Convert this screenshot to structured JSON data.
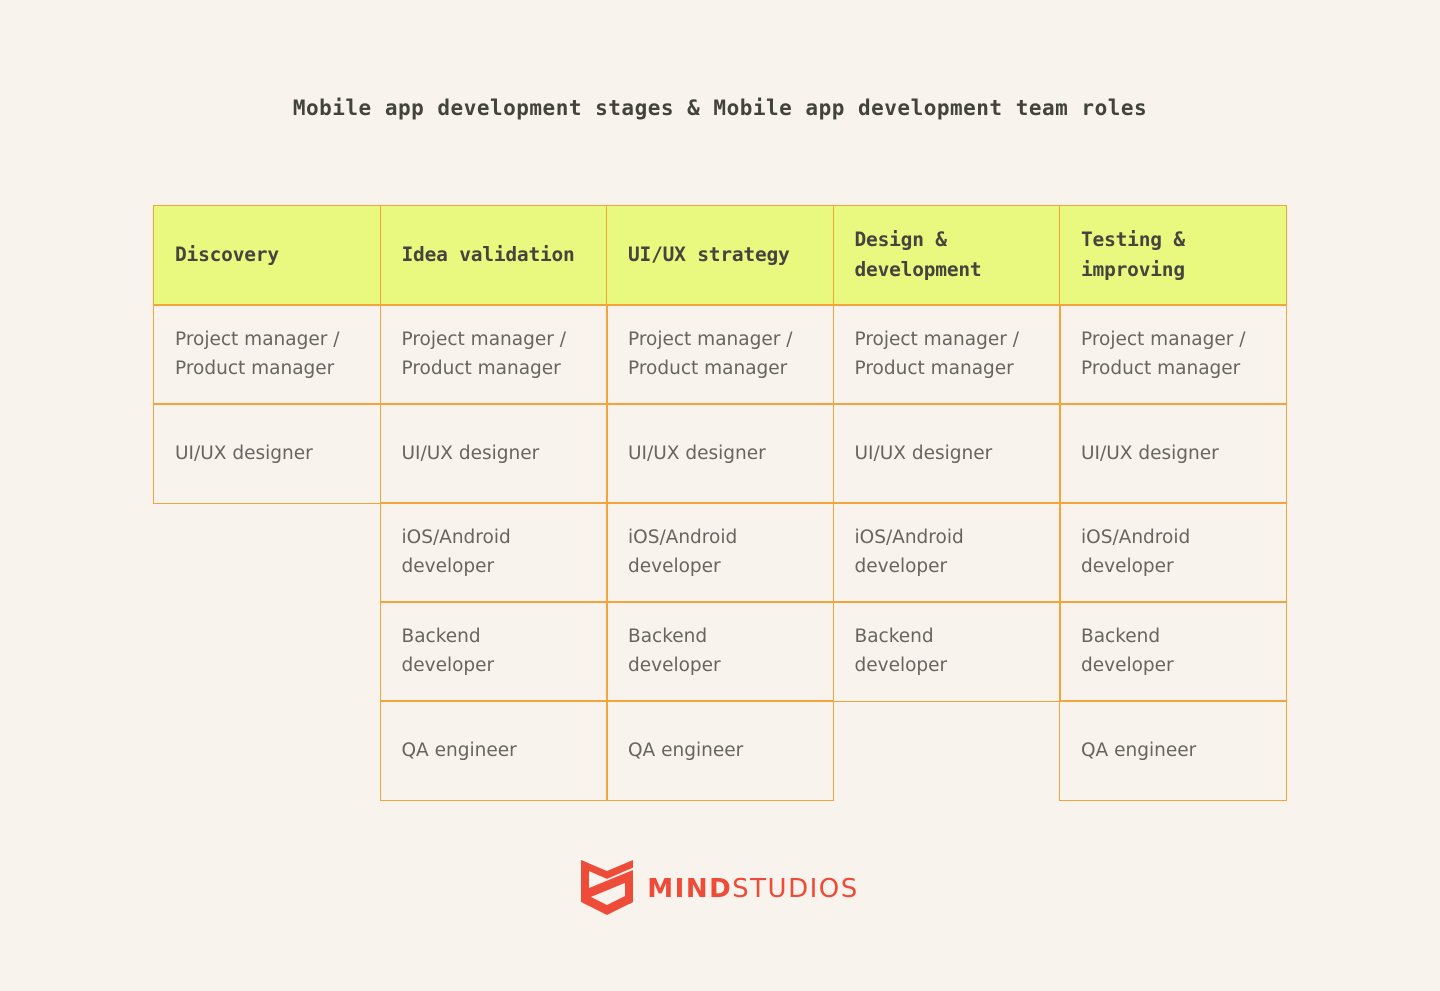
{
  "title": {
    "text": "Mobile app development stages & Mobile app development team roles"
  },
  "colors": {
    "page_background": "#f8f3ec",
    "header_background": "#e9f980",
    "table_border": "#f3a53c",
    "header_text": "#45453e",
    "body_text": "#66655f",
    "logo_red": "#ee4b38",
    "title_text": "#43433d"
  },
  "table": {
    "columns": [
      {
        "header": "Discovery",
        "cells": [
          "Project manager /\nProduct manager",
          "UI/UX designer",
          null,
          null,
          null
        ]
      },
      {
        "header": "Idea validation",
        "cells": [
          "Project manager /\nProduct manager",
          "UI/UX designer",
          "iOS/Android\ndeveloper",
          "Backend\ndeveloper",
          "QA engineer"
        ]
      },
      {
        "header": "UI/UX strategy",
        "cells": [
          "Project manager /\nProduct manager",
          "UI/UX designer",
          "iOS/Android\ndeveloper",
          "Backend\ndeveloper",
          "QA engineer"
        ]
      },
      {
        "header": "Design &\ndevelopment",
        "cells": [
          "Project manager /\nProduct manager",
          "UI/UX designer",
          "iOS/Android\ndeveloper",
          "Backend\ndeveloper",
          null
        ]
      },
      {
        "header": "Testing &\nimproving",
        "cells": [
          "Project manager /\nProduct manager",
          "UI/UX designer",
          "iOS/Android\ndeveloper",
          "Backend\ndeveloper",
          "QA engineer"
        ]
      }
    ]
  },
  "logo": {
    "icon": "mindstudios-shield-icon",
    "text_bold": "MIND",
    "text_regular": "STUDIOS"
  }
}
